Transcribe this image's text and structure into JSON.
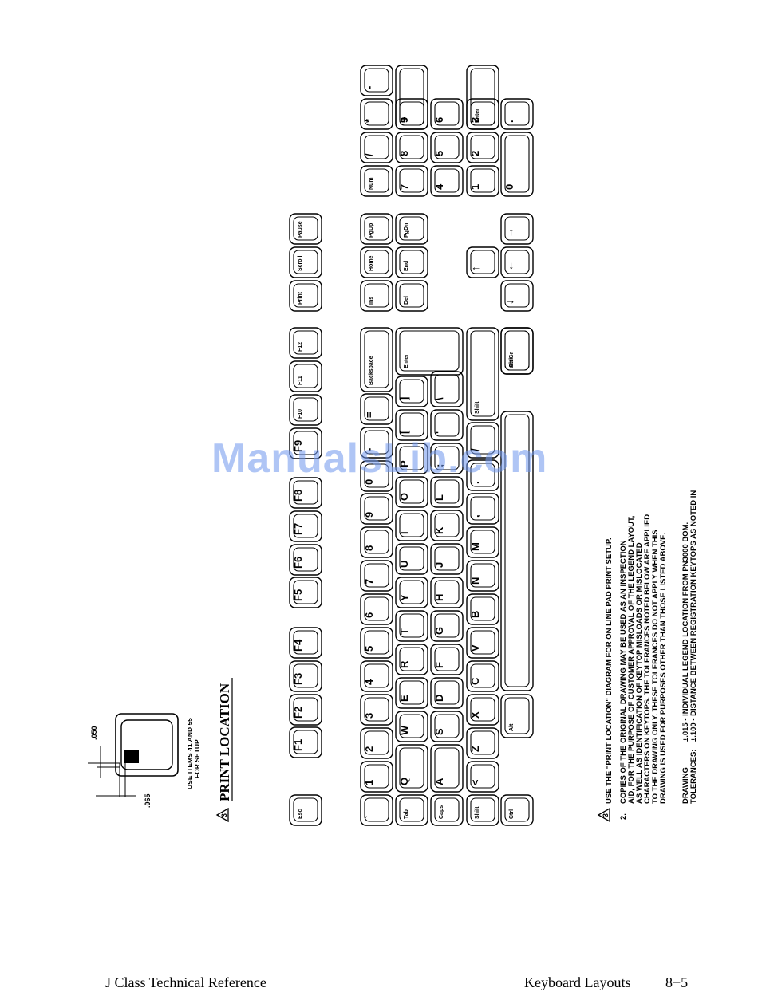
{
  "rotated_text": {
    "print_location_heading": "PRINT LOCATION",
    "note_number": "3",
    "use_items": "USE ITEMS 41 AND 55",
    "for_setup": "FOR SETUP",
    "dim_050": ".050",
    "dim_065": ".065",
    "notes": [
      "USE THE \"PRINT LOCATION\" DIAGRAM FOR ON LINE PAD PRINT SETUP.",
      "COPIES OF THE ORIGINAL DRAWING MAY BE USED AS AN INSPECTION",
      "AID, FOR THE PURPOSE OF CUSTOMER APPROVAL OF THE LEGEND LAYOUT,",
      "AS WELL AS IDENTIFICATION OF KEYTOP MISLOADS OR MISLOCATED",
      "CHARACTERS ON KEYTOPS. THE TOLERANCES NOTED BELOW ARE APPLIED",
      "TO THE DRAWING ONLY. THESE TOLERANCES DO NOT APPLY WHEN THIS",
      "DRAWING IS USED FOR PURPOSES OTHER THAN THOSE LISTED ABOVE."
    ],
    "note_1_marker": "3",
    "note_2_marker": "2.",
    "tol_label_1": "DRAWING",
    "tol_label_2": "TOLERANCES:",
    "tol_line_1": "±.015 - INDIVIDUAL LEGEND LOCATION FROM PN3000 BOM.",
    "tol_line_2": "±.100 - DISTANCE BETWEEN REGISTRATION KEYTOPS AS NOTED IN"
  },
  "footer": {
    "left": "J Class Technical Reference",
    "section": "Keyboard Layouts",
    "page": "8−5"
  },
  "watermark": "ManualsLib.com",
  "keys": {
    "f": [
      "Esc",
      "F1",
      "F2",
      "F3",
      "F4",
      "F5",
      "F6",
      "F7",
      "F8",
      "F9",
      "F10",
      "F11",
      "F12",
      "Print",
      "Scroll",
      "Pause"
    ],
    "n": [
      "`",
      "1",
      "2",
      "3",
      "4",
      "5",
      "6",
      "7",
      "8",
      "9",
      "0",
      "-",
      "=",
      "Backspace",
      "Ins",
      "Home",
      "PgUp",
      "Num",
      "/",
      "*",
      "-"
    ],
    "t": [
      "Tab",
      "Q",
      "W",
      "E",
      "R",
      "T",
      "Y",
      "U",
      "I",
      "O",
      "P",
      "[",
      "]",
      "Enter",
      "Del",
      "End",
      "PgDn",
      "7",
      "8",
      "9",
      "+"
    ],
    "h": [
      "Caps",
      "A",
      "S",
      "D",
      "F",
      "G",
      "H",
      "J",
      "K",
      "L",
      ";",
      "'",
      "\\",
      "4",
      "5",
      "6"
    ],
    "b": [
      "Shift",
      "<",
      "Z",
      "X",
      "C",
      "V",
      "B",
      "N",
      "M",
      ",",
      ".",
      "/",
      "Shift",
      "↑",
      "1",
      "2",
      "3",
      "Enter"
    ],
    "s": [
      "Ctrl",
      "Alt",
      "",
      "Alt Gr",
      "Ctrl",
      "←",
      "↓",
      "→",
      "0",
      "."
    ]
  }
}
